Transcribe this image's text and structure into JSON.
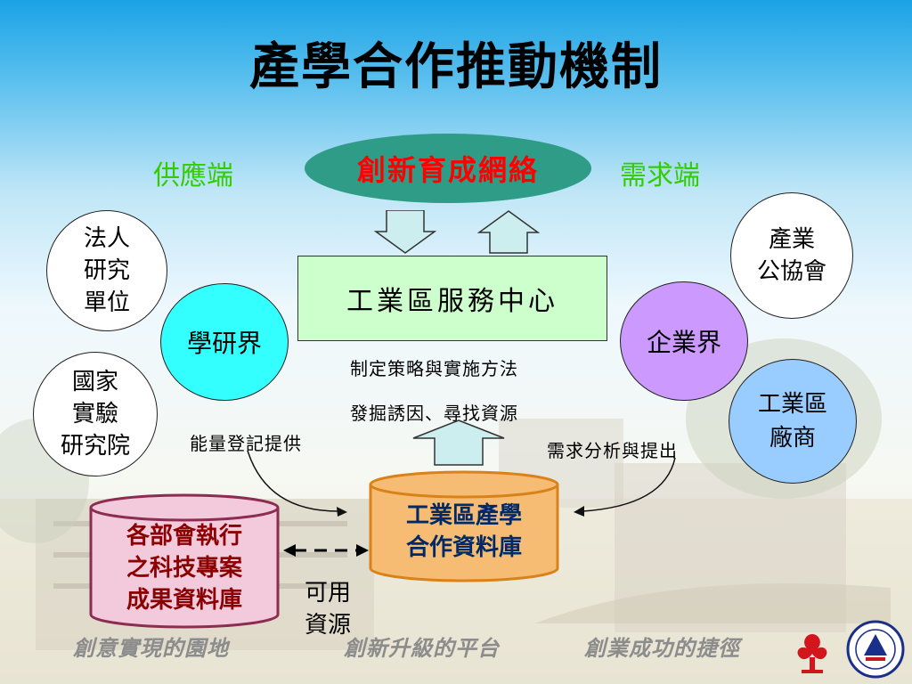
{
  "title": "產學合作推動機制",
  "supply_label": "供應端",
  "demand_label": "需求端",
  "top_oval": "創新育成網絡",
  "center_box": "工業區服務中心",
  "left_circles": [
    {
      "lines": [
        "法人",
        "研究",
        "單位"
      ]
    },
    {
      "lines": [
        "國家",
        "實驗",
        "研究院"
      ]
    }
  ],
  "academia": "學研界",
  "industry": "企業界",
  "right_circles": [
    {
      "lines": [
        "產業",
        "公協會"
      ]
    },
    {
      "lines": [
        "工業區",
        "廠商"
      ]
    }
  ],
  "notes": {
    "strategy": "制定策略與實施方法",
    "discover": "發掘誘因、尋找資源",
    "capacity": "能量登記提供",
    "demand_analysis": "需求分析與提出",
    "available": [
      "可用",
      "資源"
    ]
  },
  "db_left": [
    "各部會執行",
    "之科技專案",
    "成果資料庫"
  ],
  "db_center": [
    "工業區產學",
    "合作資料庫"
  ],
  "footer": [
    "創意實現的園地",
    "創新升級的平台",
    "創業成功的捷徑"
  ],
  "colors": {
    "title": "#000000",
    "side_label": "#33cc00",
    "oval_fill": "#2e9c86",
    "oval_text": "#ff0000",
    "center_box_fill": "#ccffcc",
    "academia_fill": "#33ffff",
    "industry_fill": "#cc99ff",
    "factory_fill": "#99ccff",
    "db_left_fill": "#f3c9dc",
    "db_left_stroke": "#8b2c50",
    "db_left_text": "#8b0000",
    "db_center_fill": "#f6bc74",
    "db_center_stroke": "#d9821a",
    "db_center_text": "#002a66",
    "arrow_fill": "#cceeee"
  }
}
